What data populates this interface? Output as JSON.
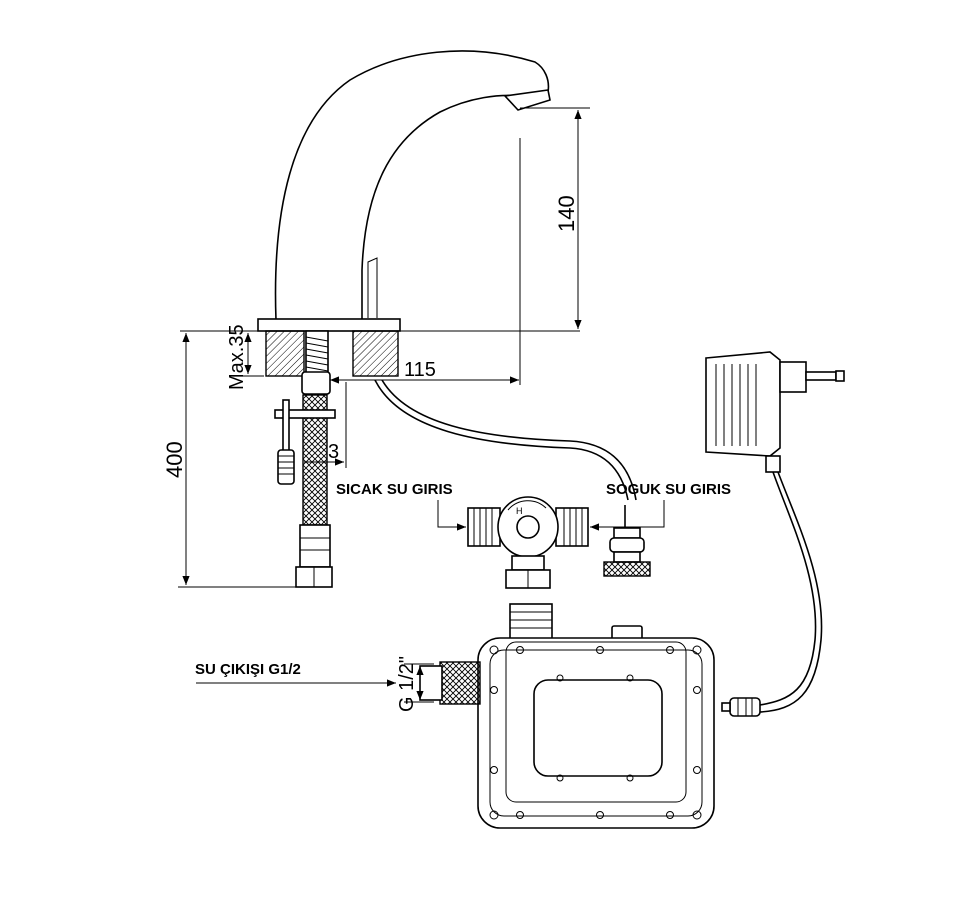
{
  "dimensions": {
    "spout_height": "140",
    "reach": "115",
    "max_deck_thickness": "Max.35",
    "hose_length": "400",
    "small_offset": "3",
    "outlet_thread": "G 1/2\""
  },
  "labels": {
    "hot_inlet": "SICAK SU GIRIS",
    "cold_inlet": "SOGUK SU GIRIS",
    "outlet": "SU ÇIKIŞI G1/2"
  },
  "colors": {
    "line": "#000000",
    "background": "#ffffff"
  }
}
